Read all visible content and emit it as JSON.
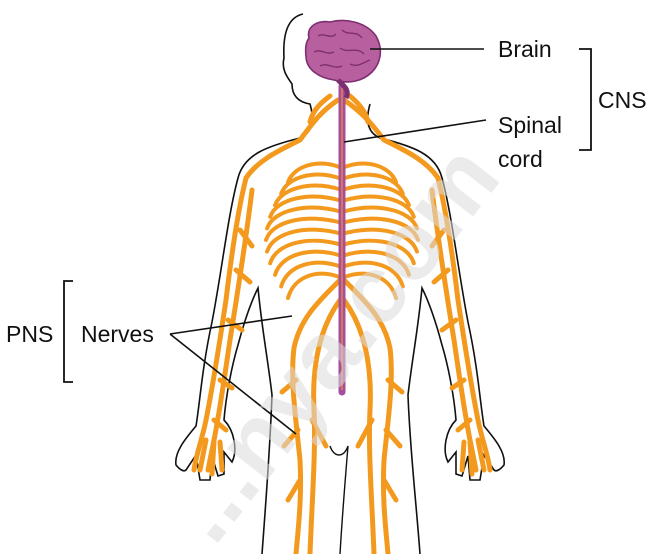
{
  "diagram": {
    "labels": {
      "brain": "Brain",
      "spinal_line1": "Spinal",
      "spinal_line2": "cord",
      "cns": "CNS",
      "nerves": "Nerves",
      "pns": "PNS"
    },
    "watermark": "...nya.com",
    "colors": {
      "nerve": "#f39a1e",
      "spine": "#a64d9e",
      "brain_fill": "#b8609f",
      "brain_detail": "#7d2f6f",
      "body_outline": "#111111",
      "leader": "#111111"
    }
  }
}
